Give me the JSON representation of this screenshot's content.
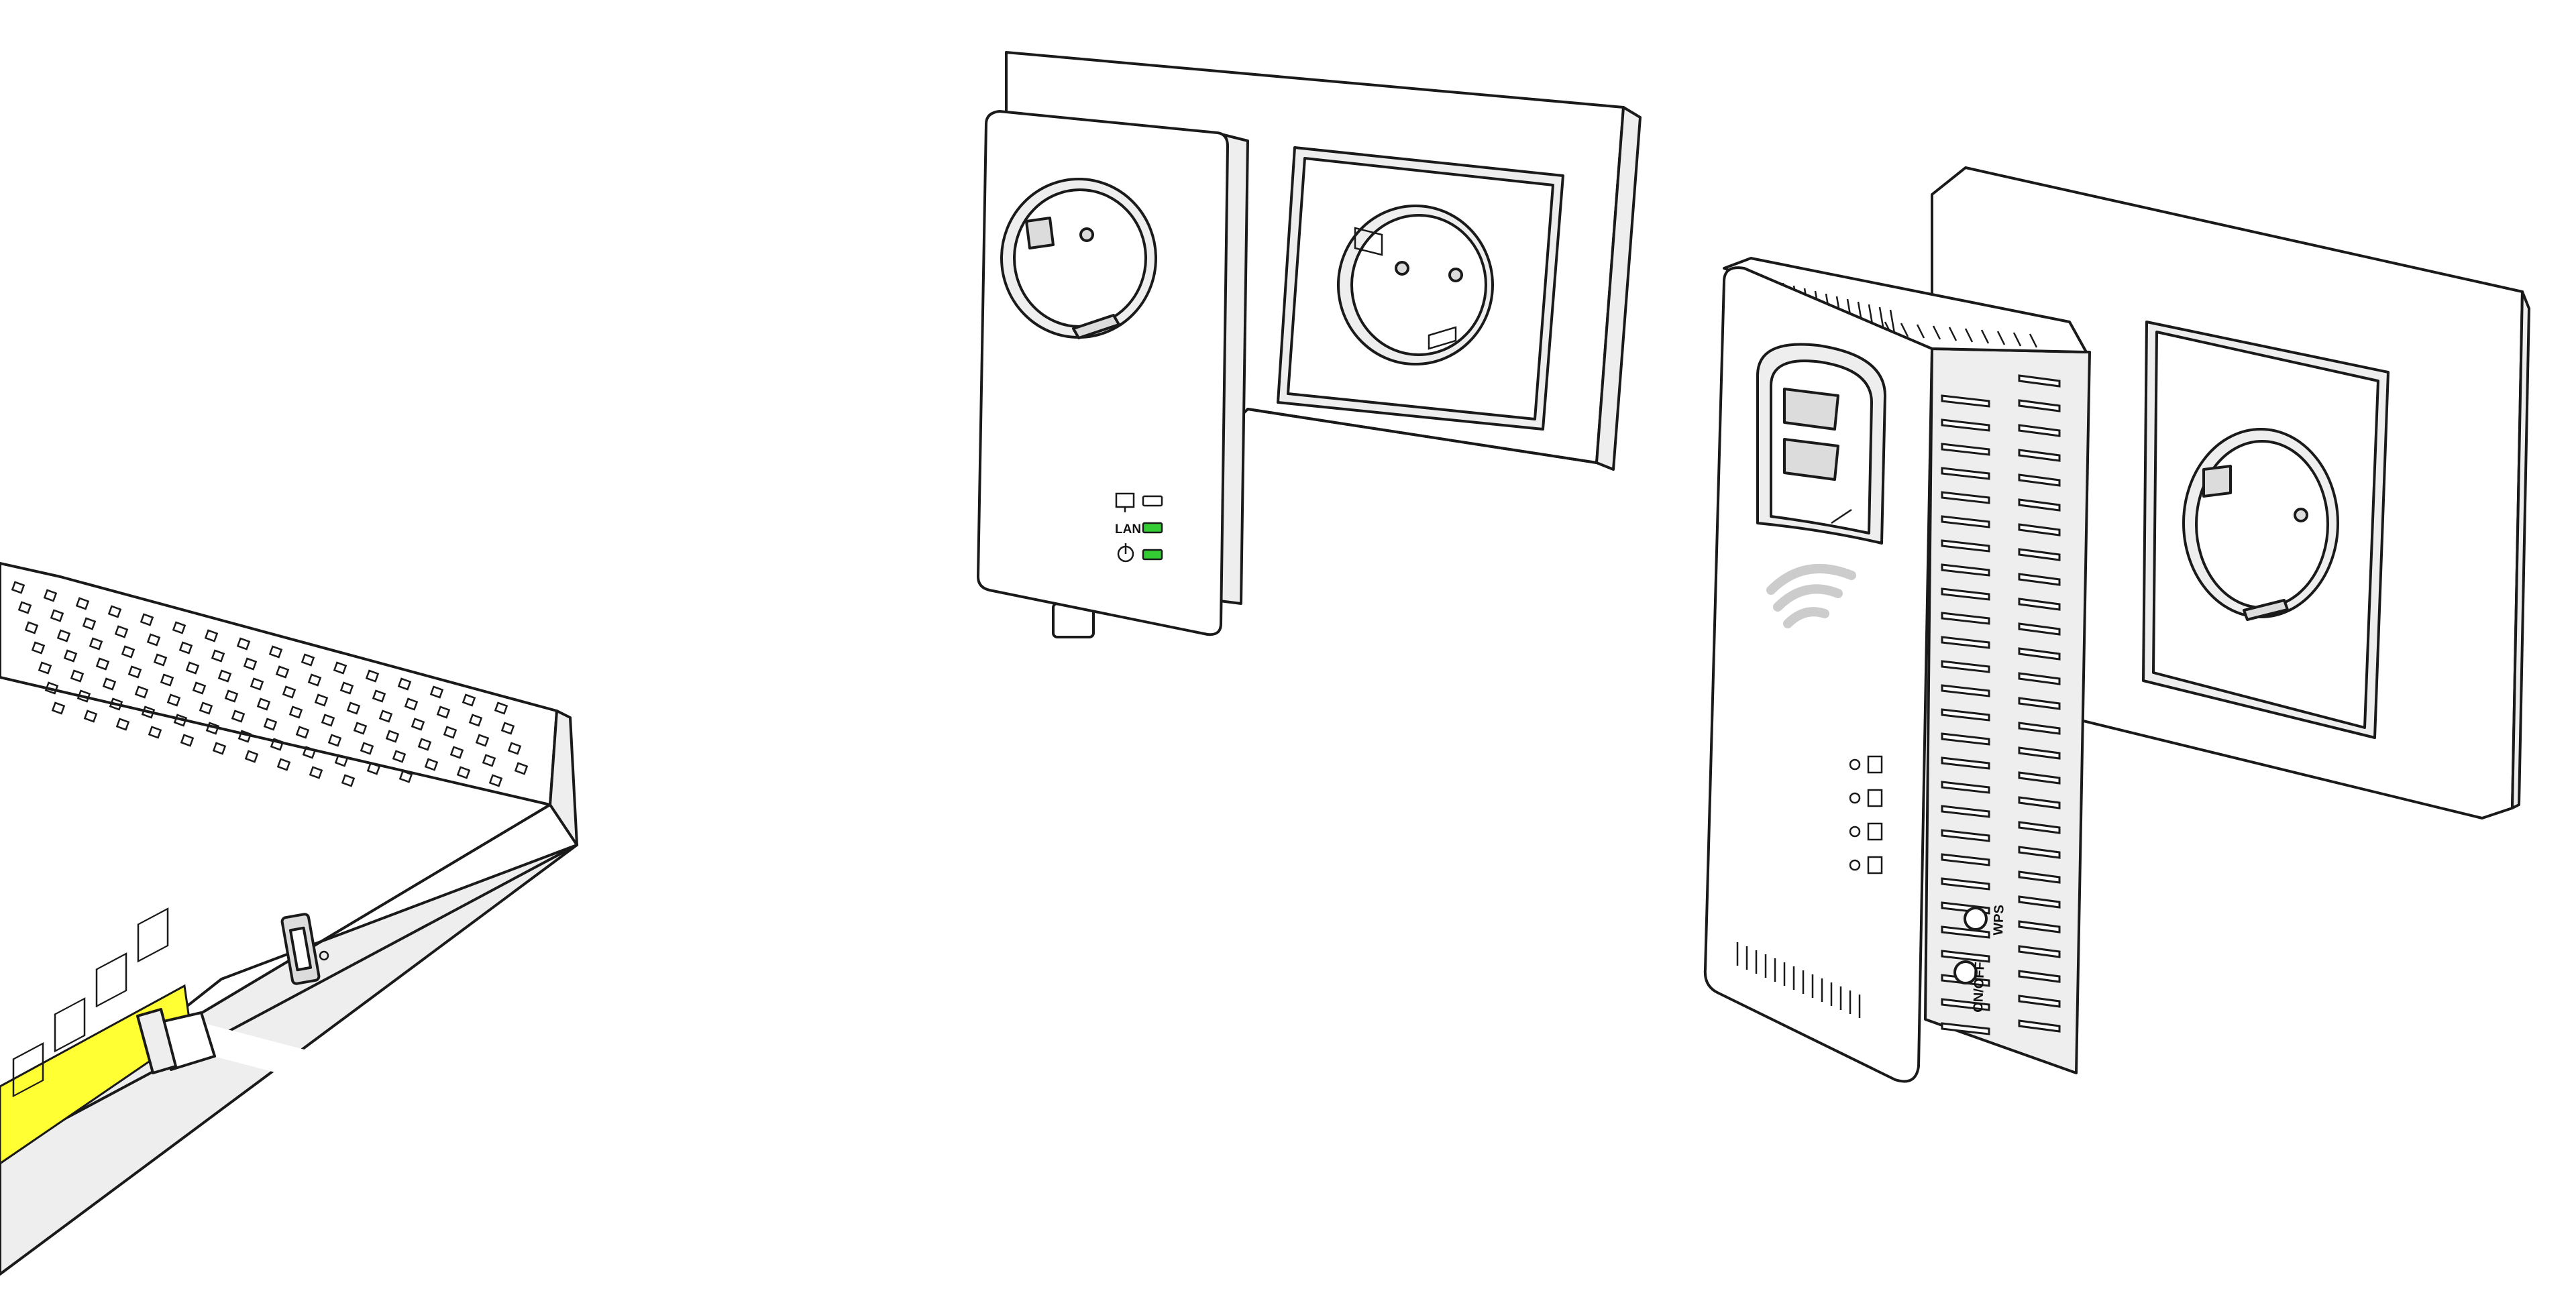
{
  "adapter_wired": {
    "led_labels": [
      "LAN"
    ],
    "led_colors": {
      "off": "#ffffff",
      "on": "#33cc33"
    }
  },
  "adapter_wifi": {
    "button_labels": [
      "ON/OFF",
      "WPS"
    ]
  },
  "router": {
    "highlight_color": "#ffff33"
  }
}
